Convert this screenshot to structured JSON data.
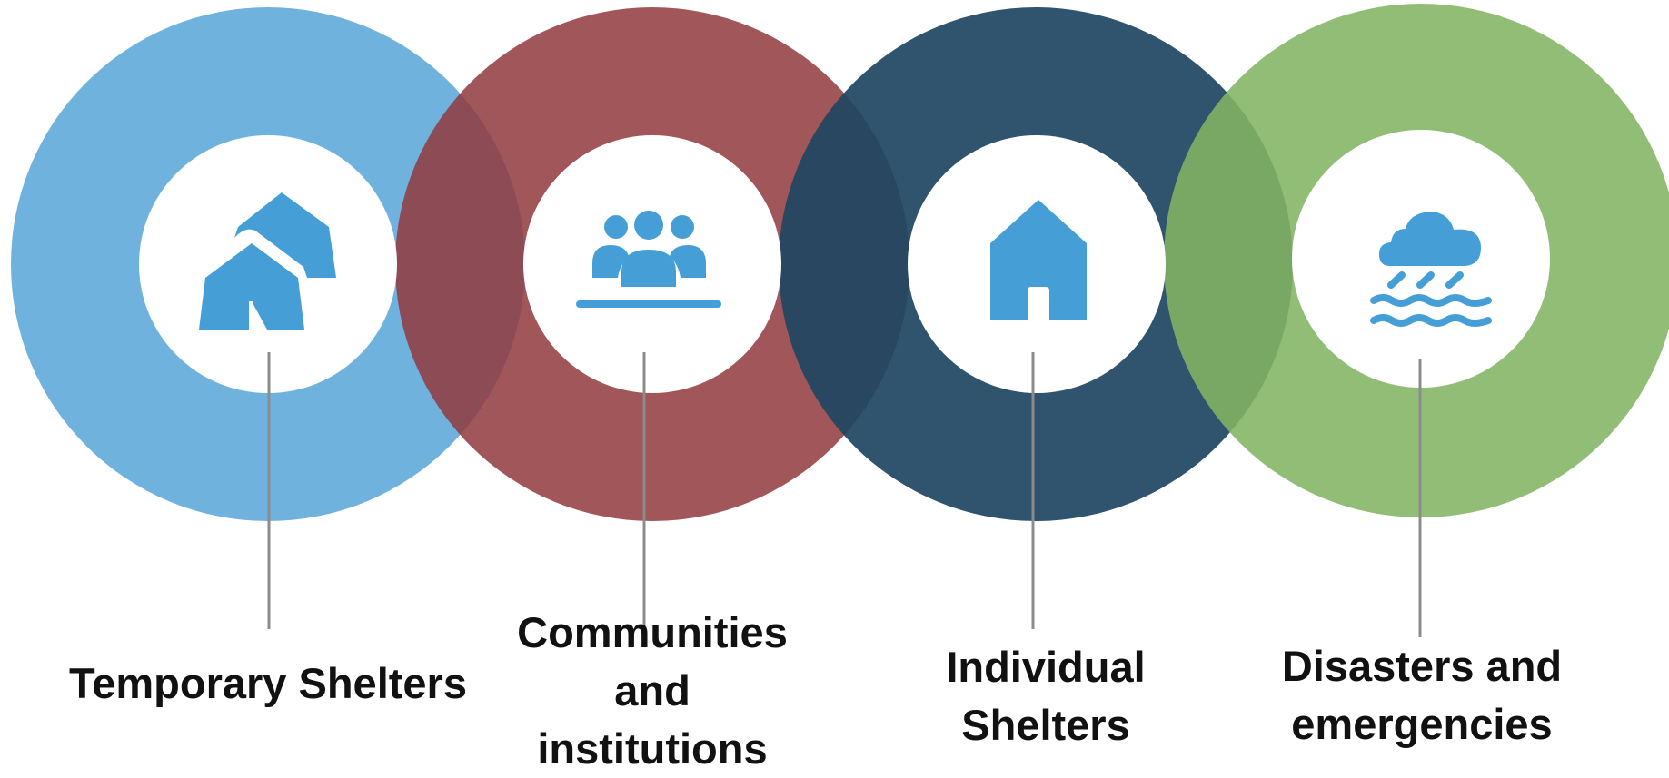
{
  "colors": {
    "circle_1": "#6FB2DE",
    "circle_2": "#923A3E",
    "circle_3": "#30546C",
    "circle_4": "#8FBB71",
    "icon": "#459FD6",
    "connector": "#8C8C8C",
    "inner": "#FFFFFF"
  },
  "items": [
    {
      "icon": "tents-icon",
      "label_lines": [
        "Temporary Shelters"
      ]
    },
    {
      "icon": "people-group-icon",
      "label_lines": [
        "Communities",
        "and",
        "institutions"
      ]
    },
    {
      "icon": "house-icon",
      "label_lines": [
        "Individual",
        "Shelters"
      ]
    },
    {
      "icon": "rain-flood-icon",
      "label_lines": [
        "Disasters and",
        "emergencies"
      ]
    }
  ]
}
